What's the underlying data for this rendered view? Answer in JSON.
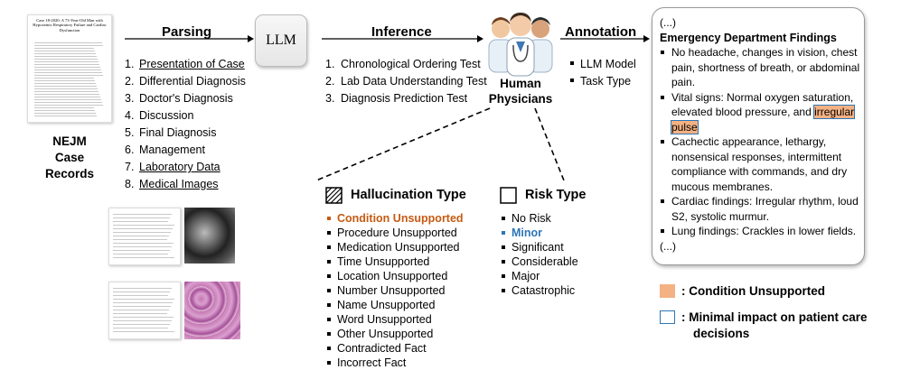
{
  "nejm": {
    "label_line1": "NEJM",
    "label_line2": "Case Records",
    "doc_title": "Case 18-2020: A 73-Year-Old Man with Hypoxemic Respiratory Failure and Cardiac Dysfunction"
  },
  "parsing": {
    "title": "Parsing",
    "items": [
      {
        "num": "1.",
        "text": "Presentation of Case",
        "underline": true
      },
      {
        "num": "2.",
        "text": "Differential Diagnosis",
        "underline": false
      },
      {
        "num": "3.",
        "text": "Doctor's Diagnosis",
        "underline": false
      },
      {
        "num": "4.",
        "text": "Discussion",
        "underline": false
      },
      {
        "num": "5.",
        "text": "Final Diagnosis",
        "underline": false
      },
      {
        "num": "6.",
        "text": "Management",
        "underline": false
      },
      {
        "num": "7.",
        "text": "Laboratory Data",
        "underline": true
      },
      {
        "num": "8.",
        "text": "Medical Images",
        "underline": true
      }
    ]
  },
  "llm": {
    "label": "LLM"
  },
  "inference": {
    "title": "Inference",
    "items": [
      {
        "num": "1.",
        "text": "Chronological Ordering Test"
      },
      {
        "num": "2.",
        "text": "Lab Data Understanding Test"
      },
      {
        "num": "3.",
        "text": "Diagnosis Prediction Test"
      }
    ]
  },
  "physicians": {
    "label_line1": "Human",
    "label_line2": "Physicians"
  },
  "annotation": {
    "title": "Annotation",
    "items": [
      "LLM Model",
      "Task Type"
    ]
  },
  "findings": {
    "open": "(...)",
    "title": "Emergency Department Findings",
    "bullet1": "No headache, changes in vision, chest pain, shortness of breath, or abdominal pain.",
    "bullet2_pre": "Vital signs: Normal oxygen saturation, elevated blood pressure, and ",
    "bullet2_hl": "irregular pulse",
    "bullet3": "Cachectic appearance, lethargy, nonsensical responses, intermittent compliance with commands, and dry mucous membranes.",
    "bullet4": "Cardiac findings: Irregular rhythm, loud S2, systolic murmur.",
    "bullet5": "Lung findings: Crackles in lower fields.",
    "close": "(...)"
  },
  "hallucination": {
    "title": "Hallucination Type",
    "items": [
      {
        "text": "Condition Unsupported",
        "style": "orange"
      },
      {
        "text": "Procedure Unsupported",
        "style": ""
      },
      {
        "text": "Medication Unsupported",
        "style": ""
      },
      {
        "text": "Time Unsupported",
        "style": ""
      },
      {
        "text": "Location Unsupported",
        "style": ""
      },
      {
        "text": "Number Unsupported",
        "style": ""
      },
      {
        "text": "Name Unsupported",
        "style": ""
      },
      {
        "text": "Word Unsupported",
        "style": ""
      },
      {
        "text": "Other Unsupported",
        "style": ""
      },
      {
        "text": "Contradicted Fact",
        "style": ""
      },
      {
        "text": "Incorrect Fact",
        "style": ""
      }
    ]
  },
  "risk": {
    "title": "Risk Type",
    "items": [
      {
        "text": "No Risk",
        "style": ""
      },
      {
        "text": "Minor",
        "style": "blue"
      },
      {
        "text": "Significant",
        "style": ""
      },
      {
        "text": "Considerable",
        "style": ""
      },
      {
        "text": "Major",
        "style": ""
      },
      {
        "text": "Catastrophic",
        "style": ""
      }
    ]
  },
  "legend": {
    "orange_label": ": Condition Unsupported",
    "blue_label_line1": ":  Minimal impact on patient care",
    "blue_label_line2": "decisions"
  },
  "colors": {
    "orange": "#c55a11",
    "blue": "#2e75b6",
    "highlight": "#f4b183"
  }
}
